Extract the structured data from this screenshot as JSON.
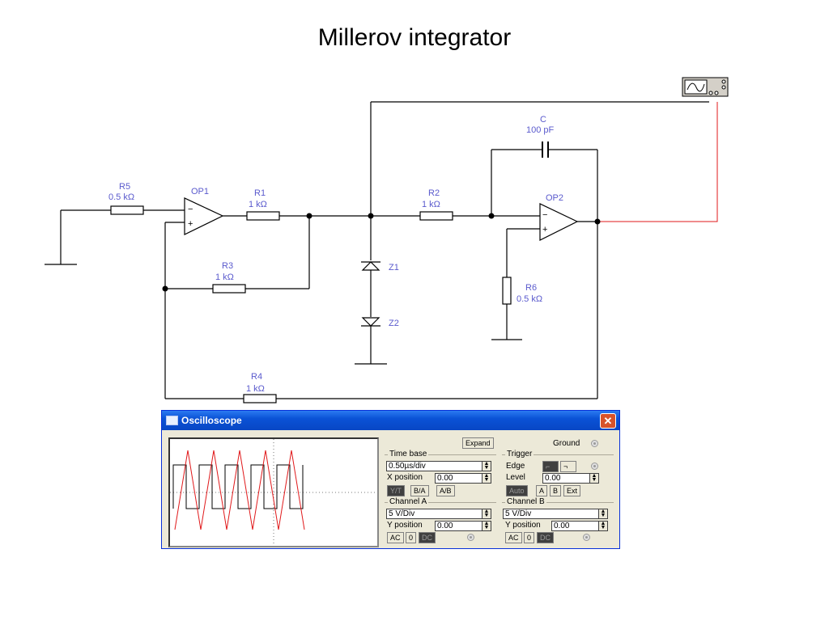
{
  "slide": {
    "title": "Millerov integrator"
  },
  "components": {
    "r5": {
      "name": "R5",
      "value": "0.5 kΩ"
    },
    "op1": {
      "name": "OP1"
    },
    "r1": {
      "name": "R1",
      "value": "1 kΩ"
    },
    "r2": {
      "name": "R2",
      "value": "1 kΩ"
    },
    "c": {
      "name": "C",
      "value": "100 pF"
    },
    "op2": {
      "name": "OP2"
    },
    "r3": {
      "name": "R3",
      "value": "1 kΩ"
    },
    "r6": {
      "name": "R6",
      "value": "0.5 kΩ"
    },
    "z1": {
      "name": "Z1"
    },
    "z2": {
      "name": "Z2"
    },
    "r4": {
      "name": "R4",
      "value": "1 kΩ"
    },
    "op_minus": "−",
    "op_plus": "+"
  },
  "oscilloscope": {
    "title": "Oscilloscope",
    "close_label": "✕",
    "expand_label": "Expand",
    "ground_label": "Ground",
    "time_base": {
      "label": "Time base",
      "value": "0.50µs/div",
      "x_position_label": "X position",
      "x_position": "0.00",
      "yt_label": "Y/T",
      "ba_label": "B/A",
      "ab_label": "A/B"
    },
    "trigger": {
      "label": "Trigger",
      "edge_label": "Edge",
      "level_label": "Level",
      "level_value": "0.00",
      "auto_label": "Auto",
      "a_label": "A",
      "b_label": "B",
      "ext_label": "Ext"
    },
    "channel_a": {
      "label": "Channel A",
      "value": "5 V/Div",
      "y_position_label": "Y position",
      "y_position": "0.00",
      "ac_label": "AC",
      "zero_label": "0",
      "dc_label": "DC"
    },
    "channel_b": {
      "label": "Channel B",
      "value": "5 V/Div",
      "y_position_label": "Y position",
      "y_position": "0.00",
      "ac_label": "AC",
      "zero_label": "0",
      "dc_label": "DC"
    },
    "trace_colors": {
      "channel_a": "#000000",
      "channel_b": "#e0191b"
    }
  },
  "colors": {
    "label": "#5a5acd",
    "probe_wire": "#e0191b",
    "window_title": "#0a52d6"
  }
}
